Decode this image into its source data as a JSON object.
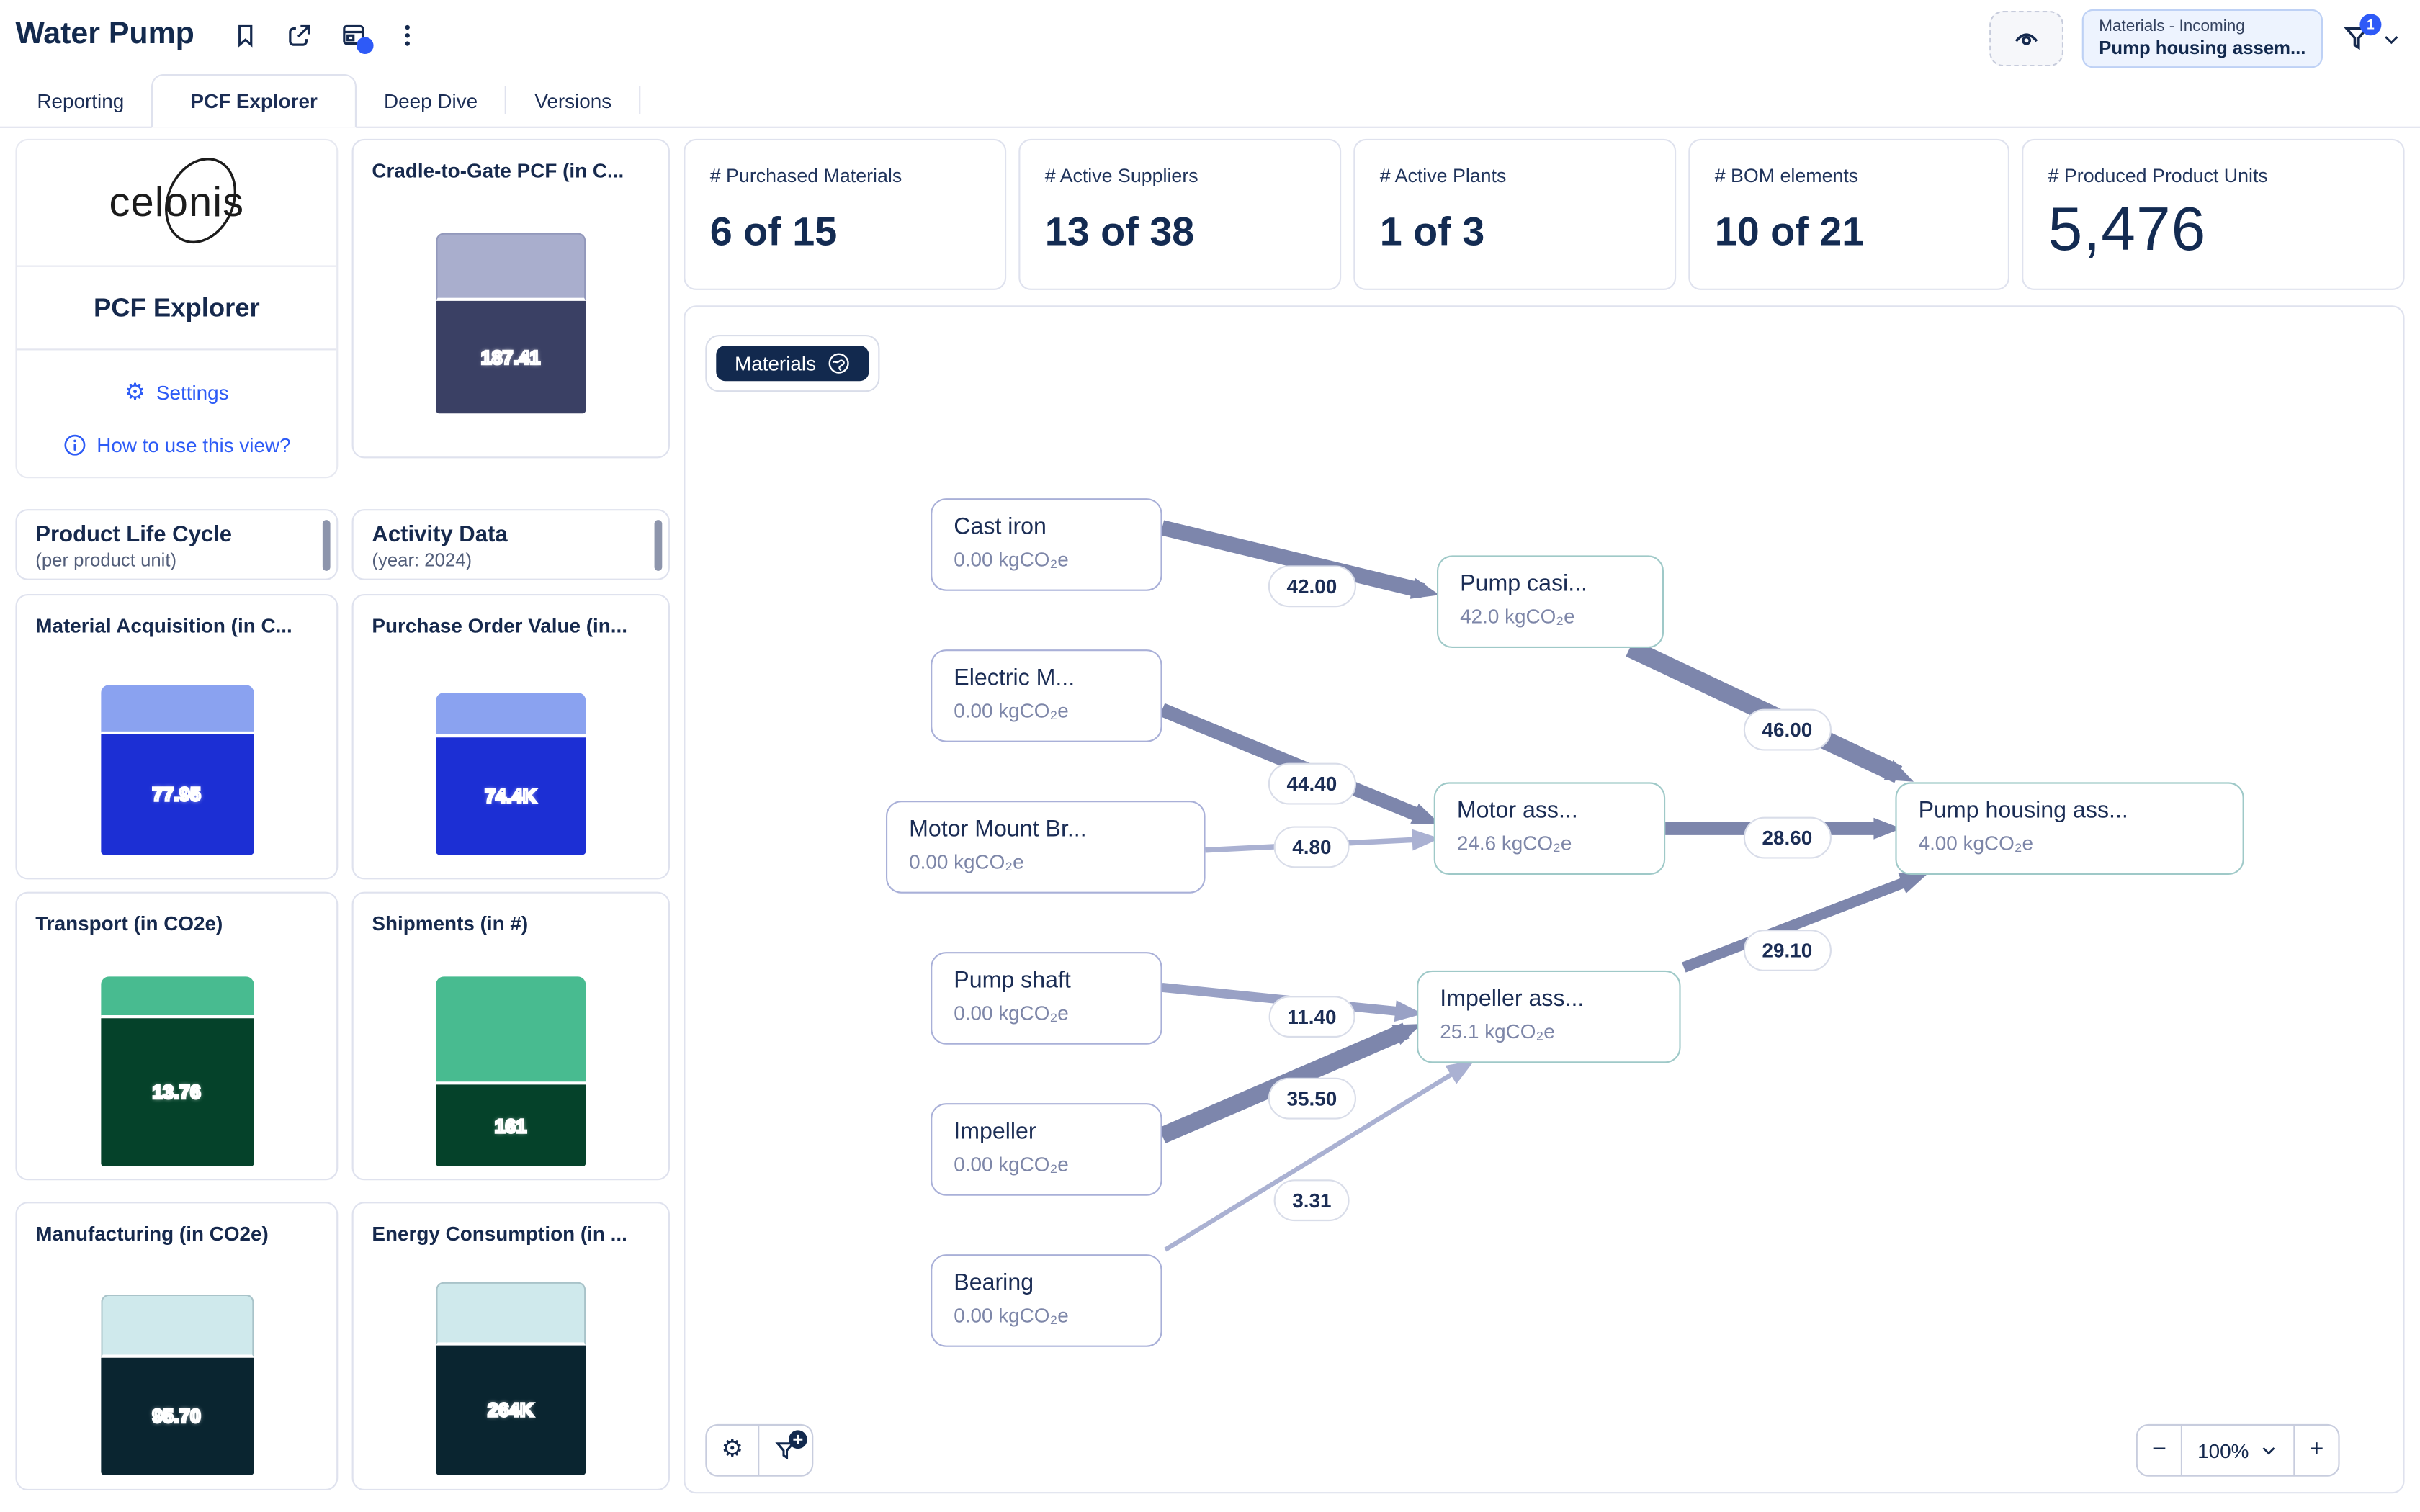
{
  "header": {
    "title": "Water Pump",
    "tabs": {
      "reporting": "Reporting",
      "pcf_explorer": "PCF Explorer",
      "deep_dive": "Deep Dive",
      "versions": "Versions"
    },
    "filter_chip": {
      "line1": "Materials - Incoming",
      "line2": "Pump housing assem..."
    },
    "filter_badge": "1"
  },
  "sidebar": {
    "logo_text": "celonis",
    "app_title": "PCF Explorer",
    "settings_label": "Settings",
    "help_label": "How to use this view?"
  },
  "sections": {
    "left": {
      "title": "Product Life Cycle",
      "subtitle": "(per product unit)"
    },
    "right": {
      "title": "Activity Data",
      "subtitle": "(year: 2024)"
    }
  },
  "mini_charts": {
    "cradle": {
      "title": "Cradle-to-Gate PCF (in C...",
      "label": "187.41"
    },
    "material_acquisition": {
      "title": "Material Acquisition (in C...",
      "label": "77.95"
    },
    "purchase_order_value": {
      "title": "Purchase Order Value (in...",
      "label": "74.4K"
    },
    "transport": {
      "title": "Transport (in CO2e)",
      "label": "13.76"
    },
    "shipments": {
      "title": "Shipments (in #)",
      "label": "161"
    },
    "manufacturing": {
      "title": "Manufacturing (in CO2e)",
      "label": "95.70"
    },
    "energy": {
      "title": "Energy Consumption (in ...",
      "label": "264K"
    }
  },
  "kpis": [
    {
      "label": "# Purchased Materials",
      "value": "6 of 15"
    },
    {
      "label": "# Active Suppliers",
      "value": "13 of 38"
    },
    {
      "label": "# Active Plants",
      "value": "1 of 3"
    },
    {
      "label": "# BOM elements",
      "value": "10 of 21"
    },
    {
      "label": "# Produced Product Units",
      "value": "5,476"
    }
  ],
  "flow": {
    "chip_label": "Materials",
    "nodes": [
      {
        "name": "Cast iron",
        "value": "0.00 kgCO₂e"
      },
      {
        "name": "Electric M...",
        "value": "0.00 kgCO₂e"
      },
      {
        "name": "Motor Mount Br...",
        "value": "0.00 kgCO₂e"
      },
      {
        "name": "Pump shaft",
        "value": "0.00 kgCO₂e"
      },
      {
        "name": "Impeller",
        "value": "0.00 kgCO₂e"
      },
      {
        "name": "Bearing",
        "value": "0.00 kgCO₂e"
      },
      {
        "name": "Pump casi...",
        "value": "42.0 kgCO₂e"
      },
      {
        "name": "Motor ass...",
        "value": "24.6 kgCO₂e"
      },
      {
        "name": "Impeller ass...",
        "value": "25.1 kgCO₂e"
      },
      {
        "name": "Pump housing ass...",
        "value": "4.00 kgCO₂e"
      }
    ],
    "edges": [
      {
        "value": "42.00"
      },
      {
        "value": "44.40"
      },
      {
        "value": "4.80"
      },
      {
        "value": "46.00"
      },
      {
        "value": "28.60"
      },
      {
        "value": "11.40"
      },
      {
        "value": "35.50"
      },
      {
        "value": "3.31"
      },
      {
        "value": "29.10"
      }
    ],
    "zoom_level": "100%"
  },
  "colors": {
    "accent_blue": "#2e5af7",
    "navy": "#12294e",
    "cradle_top": "#a9aecd",
    "cradle_bottom": "#3a4064",
    "blue_top": "#8aa2f0",
    "blue_bottom": "#1c2fd4",
    "green_top": "#48bb90",
    "green_bottom": "#05422a",
    "pale_top": "#cfe9ec",
    "pale_bottom": "#0a2530",
    "edge": "#7d86ac"
  }
}
